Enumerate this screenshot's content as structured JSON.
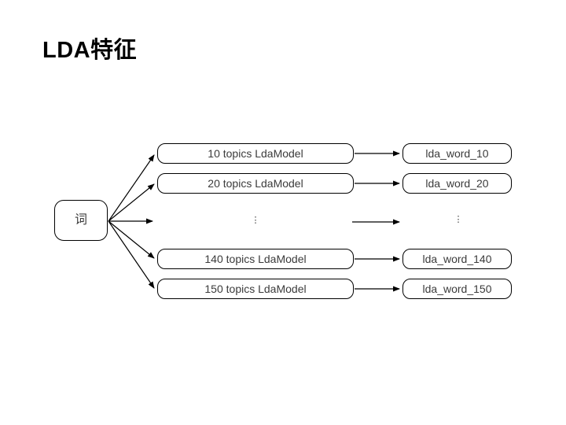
{
  "title": "LDA特征",
  "source": {
    "label": "词"
  },
  "ellipsis": "⋮",
  "rows": [
    {
      "model": "10 topics LdaModel",
      "result": "lda_word_10"
    },
    {
      "model": "20 topics LdaModel",
      "result": "lda_word_20"
    },
    {
      "model": "140 topics LdaModel",
      "result": "lda_word_140"
    },
    {
      "model": "150 topics LdaModel",
      "result": "lda_word_150"
    }
  ],
  "colors": {
    "background": "#ffffff",
    "stroke": "#000000",
    "text": "#3b3b3b",
    "title": "#000000"
  }
}
